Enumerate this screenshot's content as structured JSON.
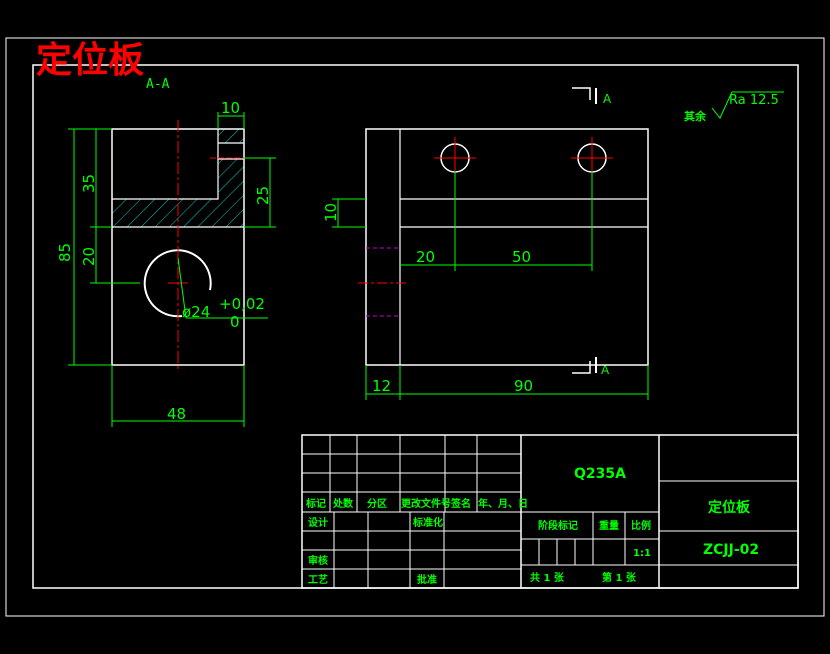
{
  "title": {
    "main": "定位板",
    "section_label": "A-A",
    "section_arrow": "A",
    "section_arrow_bottom": "A"
  },
  "roughness": {
    "prefix": "其余",
    "value": "Ra 12.5"
  },
  "section_view_dims": {
    "d10": "10",
    "d35": "35",
    "d25": "25",
    "d85": "85",
    "d20": "20",
    "hole": "ø24",
    "tol_upper": "+0,02",
    "tol_lower": "0",
    "d48": "48"
  },
  "front_view_dims": {
    "d10": "10",
    "d20": "20",
    "d50": "50",
    "d12": "12",
    "d90": "90"
  },
  "title_block": {
    "material": "Q235A",
    "part_name": "定位板",
    "part_code": "ZCJJ-02",
    "scale_label": "比例",
    "scale_value": "1:1",
    "weight_label": "重量",
    "stage_label": "阶段标记",
    "header_biaoji": "标记",
    "header_chushu": "处数",
    "header_fenqu": "分区",
    "header_gengai": "更改文件号",
    "header_qianming": "签名",
    "header_date": "年、月、日",
    "row_sheji": "设计",
    "row_biaozhunhua": "标准化",
    "row_shenhe": "审核",
    "row_gongyi": "工艺",
    "row_pizhun": "批准",
    "sheets_total": "共 1 张",
    "sheet_no": "第 1 张"
  },
  "colors": {
    "background": "#000000",
    "outline": "#ffffff",
    "dimension": "#00ff00",
    "center_line": "#ff0000",
    "hatch": "#00cccc",
    "hidden": "#cc00cc",
    "title_red": "#ff0000"
  }
}
